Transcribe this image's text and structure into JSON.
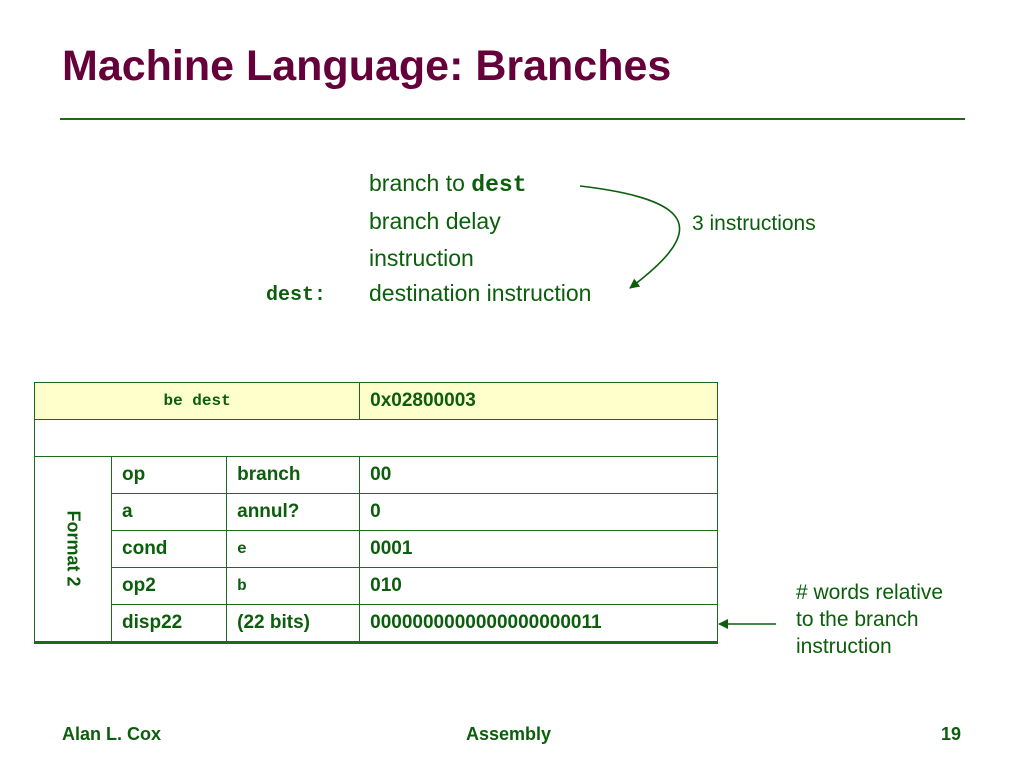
{
  "title": "Machine Language: Branches",
  "instructions": {
    "branch_prefix": "branch to ",
    "branch_target": "dest",
    "delay_line1": "branch delay",
    "delay_line2": "instruction",
    "dest_label": "dest:",
    "dest_text": "destination instruction"
  },
  "annotation_top": "3 instructions",
  "annotation_side": [
    "# words relative",
    "to the branch",
    "instruction"
  ],
  "table": {
    "header": {
      "instruction": "be dest",
      "hex": "0x02800003"
    },
    "format_label": "Format 2",
    "rows": [
      {
        "field": "op",
        "meaning": "branch",
        "bits": "00"
      },
      {
        "field": "a",
        "meaning": "annul?",
        "bits": "0"
      },
      {
        "field": "cond",
        "meaning": "e",
        "bits": "0001"
      },
      {
        "field": "op2",
        "meaning": "b",
        "bits": "010"
      },
      {
        "field": "disp22",
        "meaning": "(22 bits)",
        "bits": "0000000000000000000011"
      }
    ]
  },
  "footer": {
    "author": "Alan L. Cox",
    "topic": "Assembly",
    "page": "19"
  },
  "colors": {
    "title": "#66003a",
    "text": "#0b5e0b",
    "rule": "#1b6b1b",
    "highlight": "#ffffcc"
  }
}
